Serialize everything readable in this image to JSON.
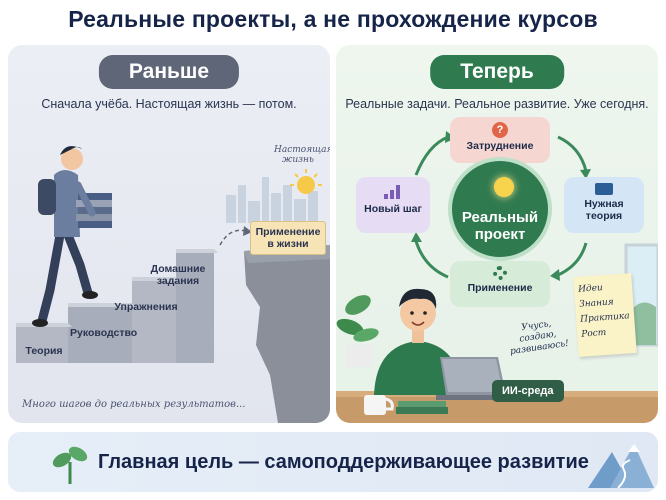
{
  "title": "Реальные проекты, а не прохождение курсов",
  "left_panel": {
    "heading": "Раньше",
    "subtitle": "Сначала учёба. Настоящая жизнь — потом.",
    "steps": [
      "Теория",
      "Руководство",
      "Упражнения",
      "Домашние задания"
    ],
    "goal": "Применение в жизни",
    "goal_note": "Настоящая жизнь",
    "footer_note": "Много шагов до реальных результатов..."
  },
  "right_panel": {
    "heading": "Теперь",
    "subtitle": "Реальные задачи. Реальное развитие. Уже сегодня.",
    "center": "Реальный проект",
    "cycle": {
      "top": "Затруднение",
      "right": "Нужная теория",
      "bottom": "Применение",
      "left": "Новый шаг"
    },
    "speech": "Учусь, создаю, развиваюсь!",
    "sticky_items": [
      "Идеи",
      "Знания",
      "Практика",
      "Рост"
    ],
    "badge": "ИИ-среда"
  },
  "banner": {
    "text": "Главная цель — самоподдерживающее развитие"
  },
  "colors": {
    "navy": "#16244a",
    "green": "#2f7a4f",
    "gray_pill": "#5f6677",
    "sticky": "#fbf3c8"
  }
}
